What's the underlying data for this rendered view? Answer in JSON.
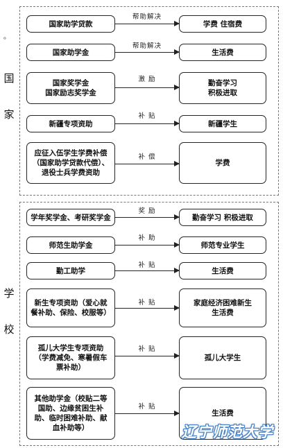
{
  "sections": {
    "national": {
      "label": "国\n\n家",
      "rows": [
        {
          "source": "国家助学贷款",
          "action": "帮助解决",
          "target": "学费    住宿费"
        },
        {
          "source": "国家助学金",
          "action": "帮助解决",
          "target": "生活费"
        },
        {
          "source": "国家奖学金\n国家励志奖学金",
          "action": "激 励",
          "target": "勤奋学习\n积极进取"
        },
        {
          "source": "新疆专项资助",
          "action": "补 贴",
          "target": "新疆学生"
        },
        {
          "source": "应征入伍学生学费补偿\n（国家助学贷款代偿）、\n退役士兵学费资助",
          "action": "补 偿",
          "target": "学费"
        }
      ]
    },
    "school": {
      "label": "学\n\n校",
      "rows": [
        {
          "source": "学年奖学金、考研奖学金",
          "action": "奖 励",
          "target": "勤奋学习  积极进取"
        },
        {
          "source": "师范生助学金",
          "action": "补 助",
          "target": "师范专业学生"
        },
        {
          "source": "勤工助学",
          "action": "补 贴",
          "target": "生活费"
        },
        {
          "source": "新生专项资助（爱心就\n餐补助、保险、校服等）",
          "action": "补 贴",
          "target": "家庭经济困难新生\n生活费"
        },
        {
          "source": "孤儿大学生专项资助\n（学费减免、寒暑假车\n票补助）",
          "action": "补 贴",
          "target": "孤儿大学生"
        },
        {
          "source": "其他助学金（校贴二等\n国助、边缘贫困生补\n助、临时困难补助、献\n血补助等）",
          "action": "补 贴",
          "target": "生活费"
        }
      ]
    }
  },
  "watermark": "辽宁师范大学",
  "side_mark": "。"
}
